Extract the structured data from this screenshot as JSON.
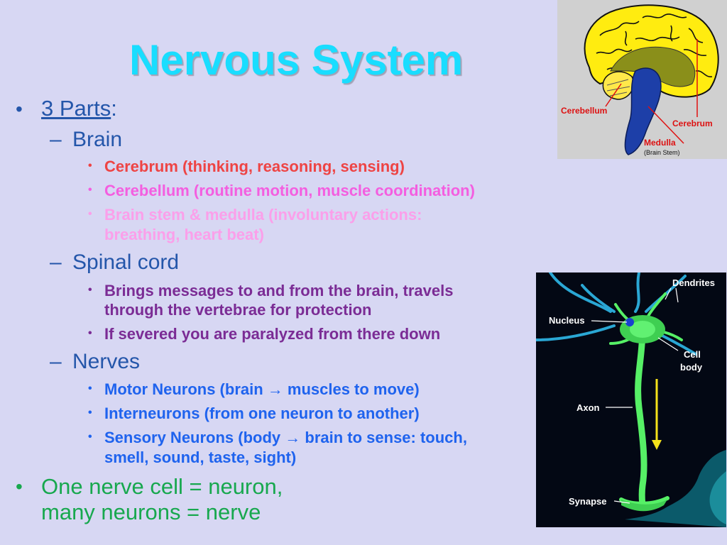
{
  "slide": {
    "title": "Nervous System",
    "parts_label": "3 Parts",
    "parts_colon": ":",
    "bullet": "•",
    "dash": "–",
    "sub_bullet": "•"
  },
  "brain": {
    "heading": "Brain",
    "items": [
      {
        "text": "Cerebrum (thinking, reasoning, sensing)",
        "color": "#ee4444"
      },
      {
        "text": "Cerebellum (routine motion, muscle coordination)",
        "color": "#f45ee0"
      },
      {
        "line1": "Brain stem & medulla (involuntary actions:",
        "line2": "breathing, heart beat)",
        "color": "#fb9fea"
      }
    ]
  },
  "spinal": {
    "heading": "Spinal cord",
    "color": "#7b2c95",
    "item1_line1": "Brings messages to and from the brain, travels",
    "item1_line2": "through the vertebrae for protection",
    "item2": "If severed you are paralyzed from there down"
  },
  "nerves": {
    "heading": "Nerves",
    "color": "#1f63ee",
    "item1": "Motor Neurons (brain → muscles to move)",
    "item2": "Interneurons (from one neuron to another)",
    "item3_line1": "Sensory Neurons (body → brain to sense: touch,",
    "item3_line2": "smell, sound, taste, sight)"
  },
  "summary": {
    "line1": "One nerve cell = neuron,",
    "line2": "many neurons = nerve",
    "color": "#17a84e"
  },
  "brain_diagram": {
    "labels": {
      "cerebellum": "Cerebellum",
      "cerebrum": "Cerebrum",
      "medulla": "Medulla",
      "brain_stem": "(Brain Stem)"
    }
  },
  "neuron_diagram": {
    "labels": {
      "dendrites": "Dendrites",
      "nucleus": "Nucleus",
      "cell_body_1": "Cell",
      "cell_body_2": "body",
      "axon": "Axon",
      "synapse": "Synapse"
    }
  },
  "colors": {
    "background": "#d7d7f3",
    "title": "#19ddff",
    "parts": "#2456aa",
    "cerebrum_label": "#dd1111"
  }
}
